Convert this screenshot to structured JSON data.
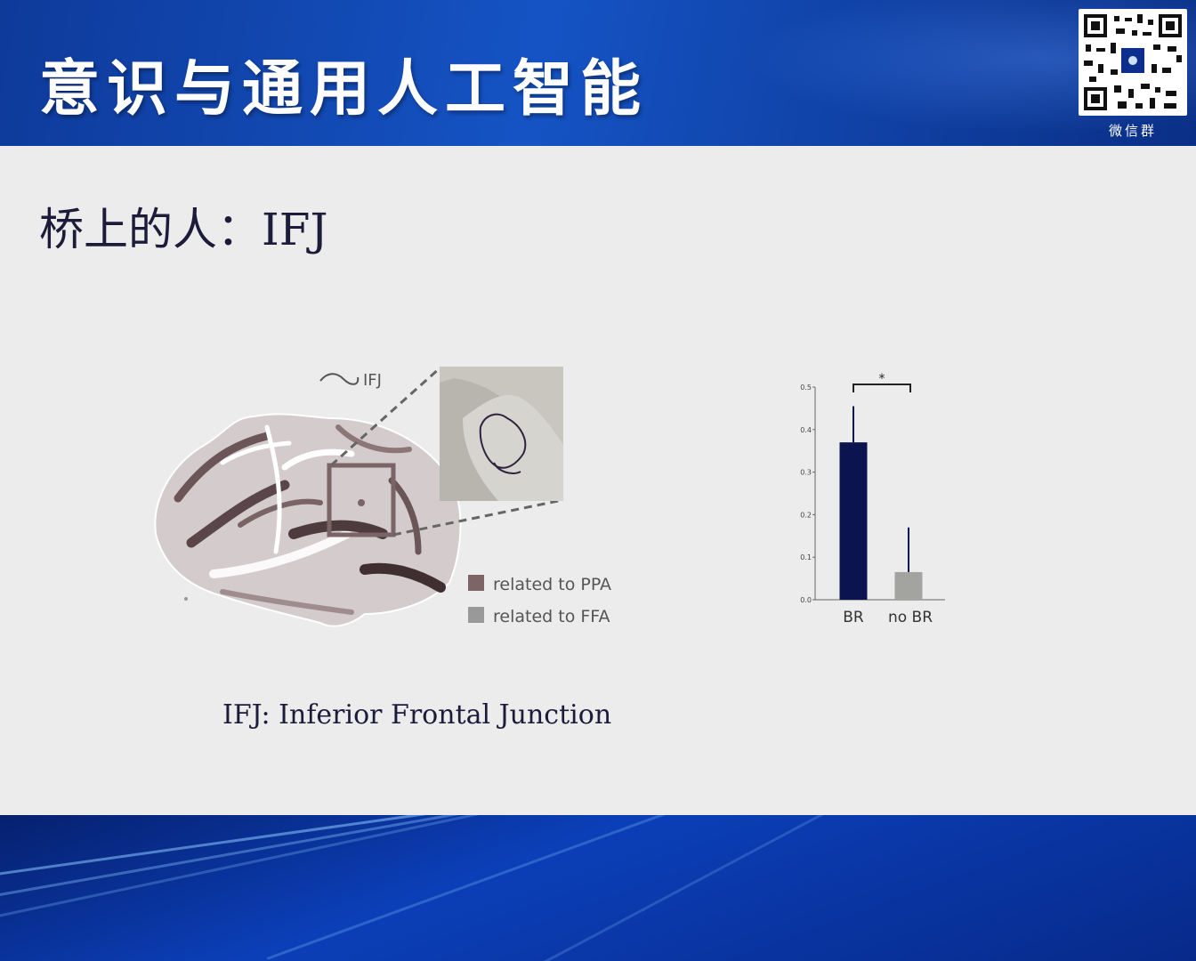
{
  "header": {
    "title": "意识与通用人工智能",
    "qr_caption": "微信群"
  },
  "slide": {
    "subtitle": "桥上的人：IFJ",
    "figure_label": "IFJ",
    "legend": [
      {
        "label": "related to PPA",
        "color": "#7d6466"
      },
      {
        "label": "related to FFA",
        "color": "#999999"
      }
    ],
    "caption": "IFJ: Inferior Frontal Junction"
  },
  "chart_data": {
    "type": "bar",
    "categories": [
      "BR",
      "no BR"
    ],
    "values": [
      0.37,
      0.065
    ],
    "errors": [
      0.085,
      0.105
    ],
    "colors": [
      "#0c1450",
      "#a3a3a0"
    ],
    "ylim": [
      0,
      0.5
    ],
    "yticks": [
      "0.0",
      "0.1",
      "0.2",
      "0.3",
      "0.4",
      "0.5"
    ],
    "significance": "*"
  }
}
